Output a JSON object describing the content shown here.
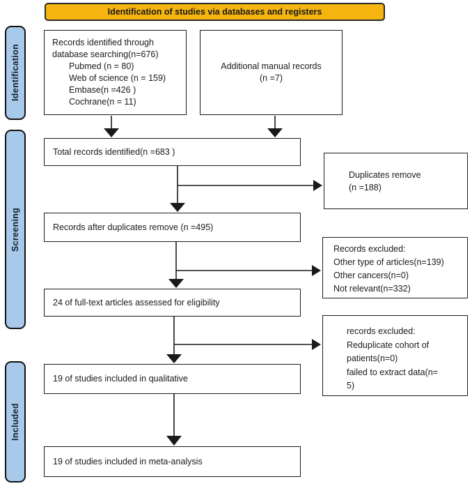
{
  "banner": {
    "label": "Identification of studies via databases and registers",
    "bg_color": "#F5B40E"
  },
  "stages": {
    "identification": "Identification",
    "screening": "Screening",
    "included": "Included",
    "bg_color": "#A9C9EA"
  },
  "boxes": {
    "database_records": {
      "line1": "Records identified through",
      "line2": "database searching(n=676)",
      "items": [
        "Pubmed (n = 80)",
        "Web of science (n = 159)",
        "Embase(n =426 )",
        "Cochrane(n = 11)"
      ]
    },
    "manual_records": {
      "line1": "Additional manual records",
      "line2": "(n =7)"
    },
    "total_records": {
      "text": "Total records identified(n =683 )"
    },
    "duplicates_removed": {
      "line1": "Duplicates remove",
      "line2": "(n =188)"
    },
    "after_duplicates": {
      "text": "Records after duplicates remove (n =495)"
    },
    "excluded_screening": {
      "lines": [
        "Records excluded:",
        "Other type of articles(n=139)",
        "Other cancers(n=0)",
        "Not relevant(n=332)"
      ]
    },
    "fulltext_eligibility": {
      "text": "24 of full-text articles assessed for eligibility"
    },
    "excluded_eligibility": {
      "lines": [
        "records excluded:",
        "Reduplicate cohort of",
        "patients(n=0)",
        "failed to extract data(n=",
        "5)"
      ]
    },
    "qualitative": {
      "text": "19 of studies included in qualitative"
    },
    "meta_analysis": {
      "text": "19 of studies included in meta-analysis"
    }
  },
  "colors": {
    "line": "#1a1a1a",
    "box_border": "#1a1a1a"
  }
}
